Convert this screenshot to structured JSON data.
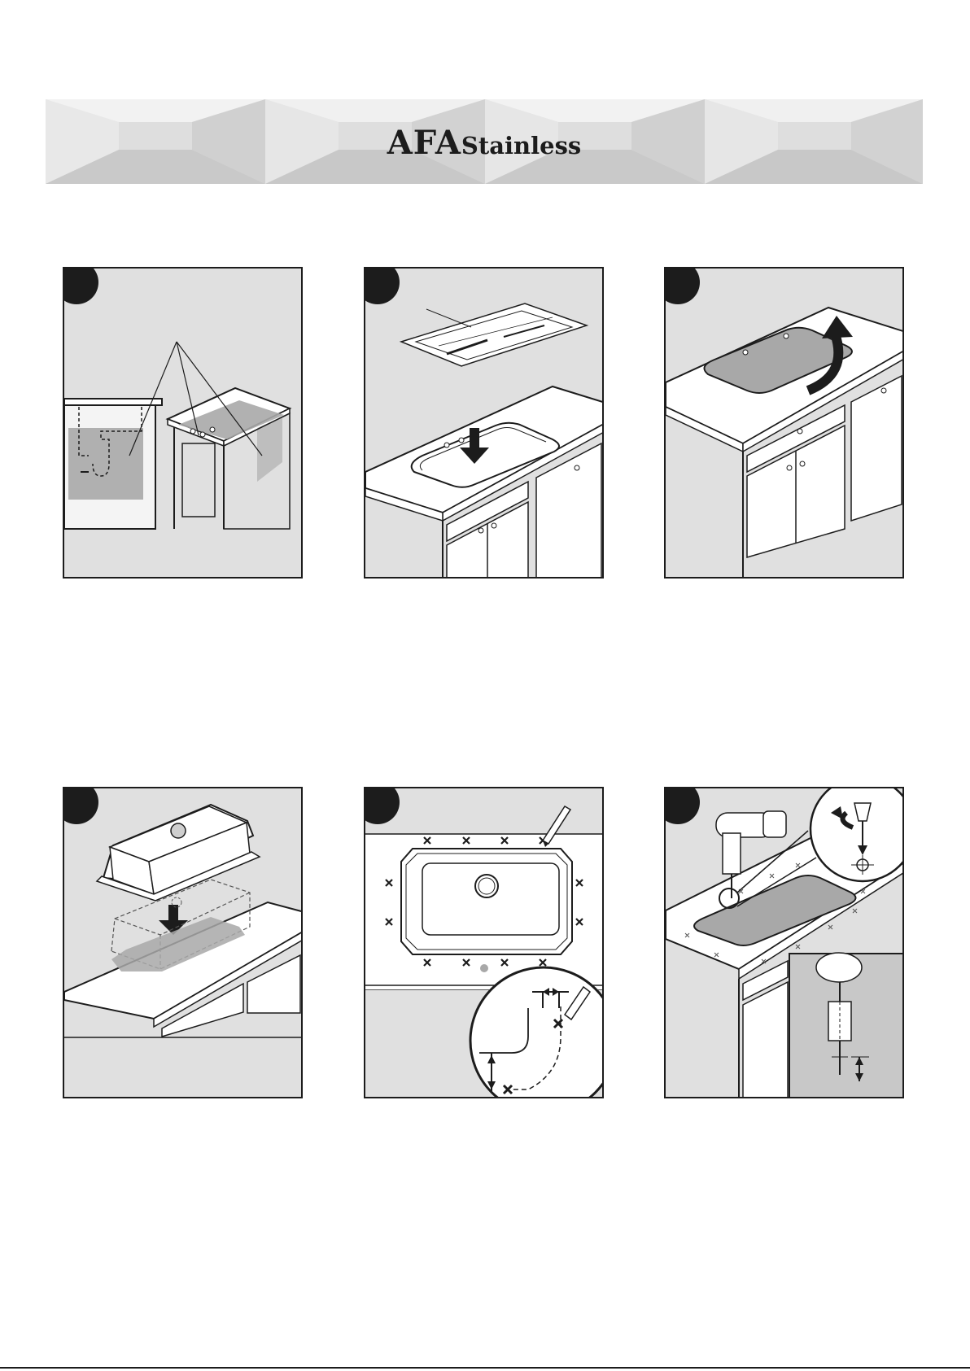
{
  "header": {
    "brand_primary": "AFA",
    "brand_secondary": "Stainless"
  },
  "steps": [
    {
      "id": 1,
      "illustration": "cabinet-plumbing-check"
    },
    {
      "id": 2,
      "illustration": "template-placement-arrow-down"
    },
    {
      "id": 3,
      "illustration": "countertop-flip-arrow"
    },
    {
      "id": 4,
      "illustration": "sink-lowered-onto-counter"
    },
    {
      "id": 5,
      "illustration": "mark-clip-positions-pencil"
    },
    {
      "id": 6,
      "illustration": "drill-pilot-holes"
    }
  ],
  "colors": {
    "ink": "#1c1c1c",
    "panel_bg": "#e0e0e0",
    "shade": "#a8a8a8",
    "banner": "#dcdcdc"
  }
}
